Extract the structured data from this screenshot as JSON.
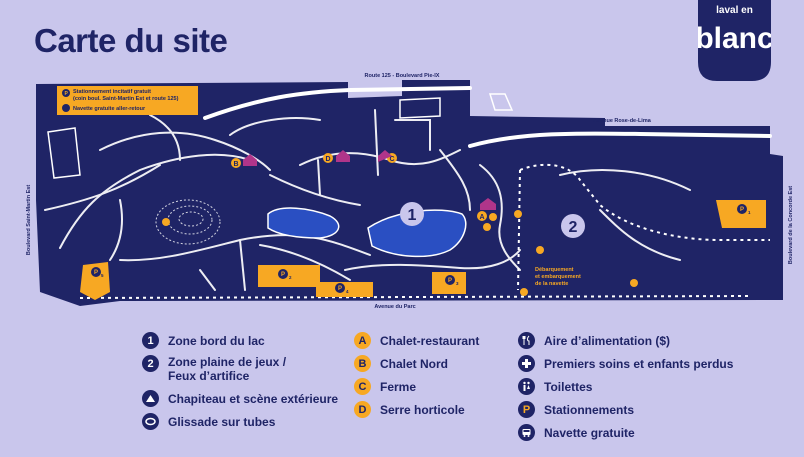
{
  "page": {
    "title": "Carte du site"
  },
  "logo": {
    "line1": "laval en",
    "line2": "blanc"
  },
  "map": {
    "road_labels": {
      "route125": "Route 125 - Boulevard Pie-IX",
      "rose_de_lima": "Avenue Rose-de-Lima",
      "avenue_du_parc": "Avenue du Parc",
      "saint_martin": "Boulevard Saint-Martin Est",
      "concorde": "Boulevard de la Concorde Est"
    },
    "parking_box": {
      "line1": "Stationnement incitatif gratuit",
      "line2": "(coin boul. Saint-Martin Est et route 125)",
      "line3": "Navette gratuite aller-retour"
    },
    "shuttle_label": {
      "line1": "Débarquement",
      "line2": "et embarquement",
      "line3": "de la navette"
    },
    "zone_markers": [
      "1",
      "2"
    ],
    "chalet_markers": [
      "A",
      "B",
      "C",
      "D"
    ],
    "parking_markers": [
      "P1",
      "P2",
      "P3",
      "P4",
      "P5"
    ],
    "colors": {
      "navy": "#1f2466",
      "orange": "#f7a823",
      "lake": "#2a4fc2",
      "zone_circle": "#c9c6ec",
      "marker_magenta": "#b0358a",
      "background": "#c9c6ec"
    }
  },
  "legend": {
    "col1": [
      {
        "marker": "1",
        "label": "Zone bord du lac"
      },
      {
        "marker": "2",
        "label": "Zone plaine de jeux /",
        "label2": "Feux d’artifice"
      },
      {
        "marker": "tent-icon",
        "label": "Chapiteau et scène extérieure"
      },
      {
        "marker": "tube-icon",
        "label": "Glissade sur tubes"
      }
    ],
    "col2": [
      {
        "marker": "A",
        "label": "Chalet-restaurant"
      },
      {
        "marker": "B",
        "label": "Chalet Nord"
      },
      {
        "marker": "C",
        "label": "Ferme"
      },
      {
        "marker": "D",
        "label": "Serre horticole"
      }
    ],
    "col3": [
      {
        "marker": "food-icon",
        "label": "Aire d’alimentation ($)"
      },
      {
        "marker": "first-aid-icon",
        "label": "Premiers soins et enfants perdus"
      },
      {
        "marker": "toilets-icon",
        "label": "Toilettes"
      },
      {
        "marker": "P",
        "label": "Stationnements"
      },
      {
        "marker": "bus-icon",
        "label": "Navette gratuite"
      }
    ]
  }
}
